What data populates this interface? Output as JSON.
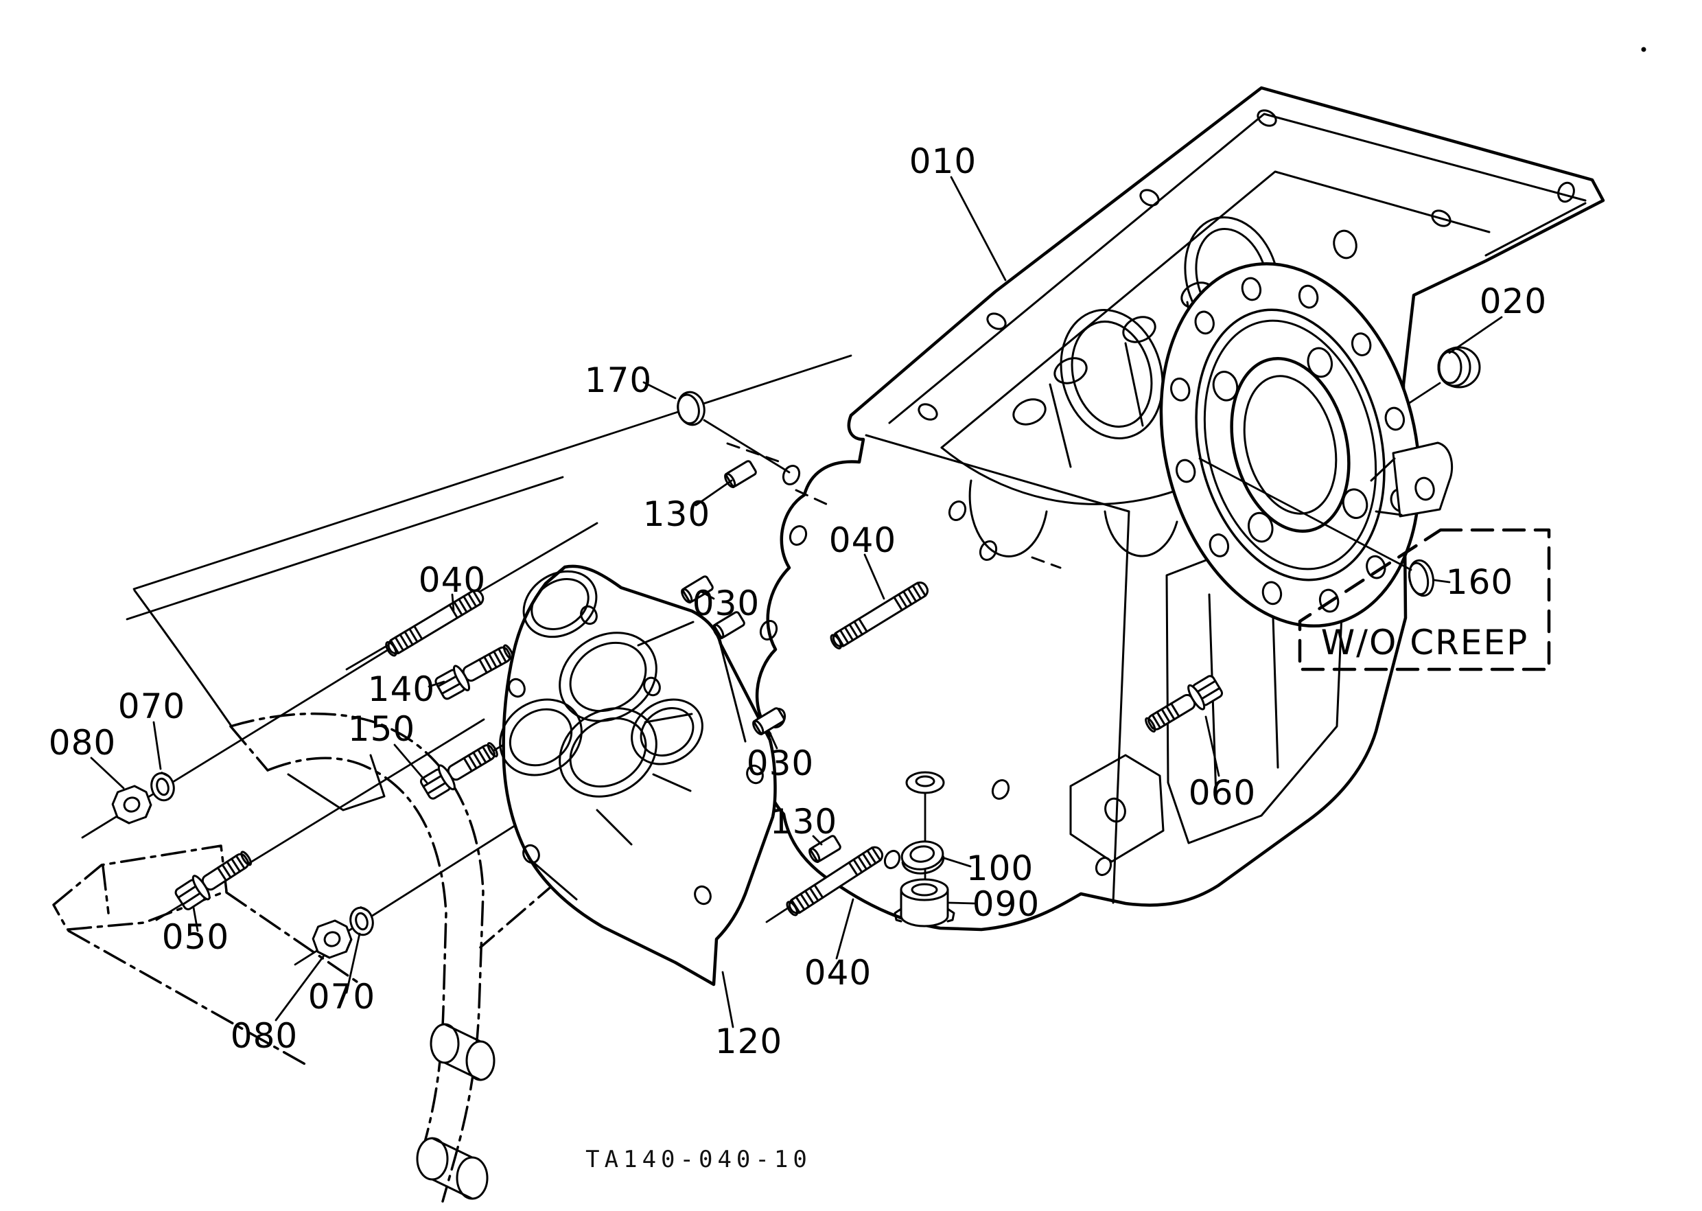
{
  "diagram": {
    "paper_color": "#ffffff",
    "ink_color": "#000000",
    "drawing_number": "TA140-040-10",
    "note": "W/O CREEP",
    "callouts": {
      "c010": "010",
      "c020": "020",
      "c030": "030",
      "c040": "040",
      "c050": "050",
      "c060": "060",
      "c070": "070",
      "c080": "080",
      "c090": "090",
      "c100": "100",
      "c120": "120",
      "c130": "130",
      "c140": "140",
      "c150": "150",
      "c160": "160",
      "c170": "170"
    }
  }
}
